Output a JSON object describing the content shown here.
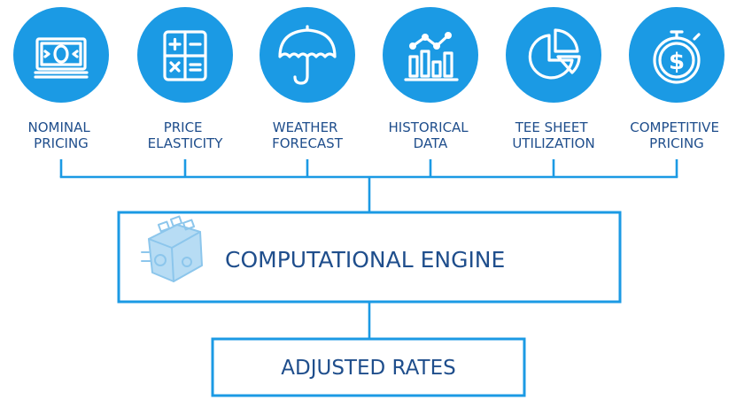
{
  "inputs": [
    {
      "line1": "NOMINAL",
      "line2": "PRICING",
      "icon": "money-bill-icon"
    },
    {
      "line1": "PRICE",
      "line2": "ELASTICITY",
      "icon": "calculator-icon"
    },
    {
      "line1": "WEATHER",
      "line2": "FORECAST",
      "icon": "umbrella-icon"
    },
    {
      "line1": "HISTORICAL",
      "line2": "DATA",
      "icon": "bar-line-chart-icon"
    },
    {
      "line1": "TEE SHEET",
      "line2": "UTILIZATION",
      "icon": "pie-chart-icon"
    },
    {
      "line1": "COMPETITIVE",
      "line2": "PRICING",
      "icon": "dollar-stopwatch-icon"
    }
  ],
  "engine": {
    "label": "COMPUTATIONAL ENGINE",
    "icon": "engine-icon"
  },
  "output": {
    "label": "ADJUSTED RATES"
  },
  "colors": {
    "accent": "#1b9ae4",
    "text": "#1f4e8c",
    "engine_icon": "#8cc6ec"
  }
}
